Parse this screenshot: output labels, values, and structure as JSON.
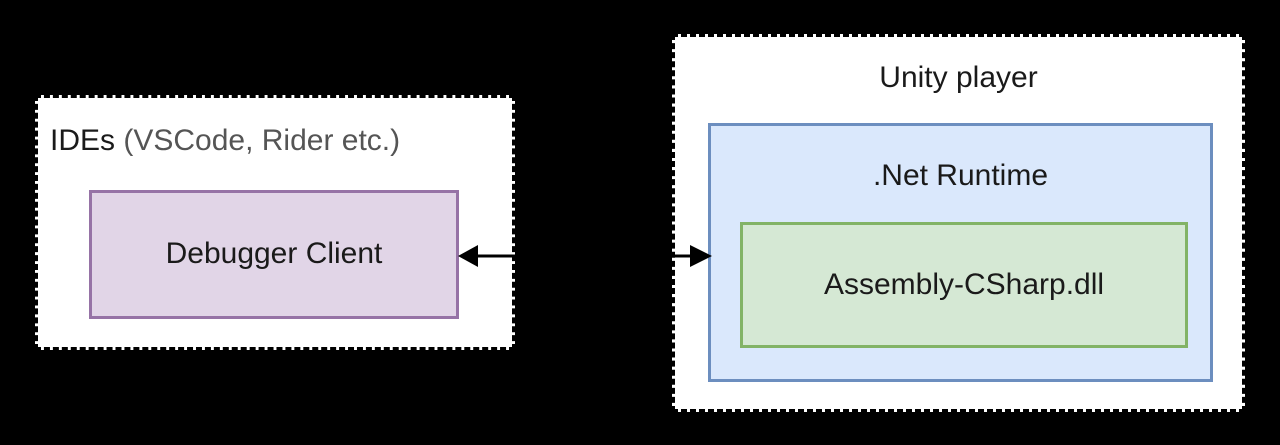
{
  "diagram": {
    "title_text_color": "#1a1a1a",
    "background_color": "#000000",
    "groups": [
      {
        "id": "ides",
        "name": "IDEs",
        "label_primary": "IDEs",
        "label_secondary": " (VSCode, Rider etc.)",
        "border_style": "dashed",
        "border_color": "#000000",
        "fill": "#ffffff"
      },
      {
        "id": "unity-player",
        "name": "Unity player",
        "label": "Unity player",
        "border_style": "dashed",
        "border_color": "#000000",
        "fill": "#ffffff"
      }
    ],
    "nodes": [
      {
        "id": "debugger-client",
        "label": "Debugger Client",
        "fill": "#e1d5e7",
        "stroke": "#9673a6"
      },
      {
        "id": "net-runtime",
        "label": ".Net Runtime",
        "fill": "#dae8fc",
        "stroke": "#6c8ebf"
      },
      {
        "id": "assembly-csharp",
        "label": "Assembly-CSharp.dll",
        "fill": "#d5e8d4",
        "stroke": "#82b366"
      }
    ],
    "edges": [
      {
        "id": "edge-to-debugger-client",
        "label": "",
        "direction": "left",
        "from": "unity-player",
        "to": "debugger-client",
        "color": "#000000"
      },
      {
        "id": "edge-to-net-runtime",
        "label": "",
        "direction": "right",
        "from": "debugger-client",
        "to": "net-runtime",
        "color": "#000000"
      }
    ]
  }
}
